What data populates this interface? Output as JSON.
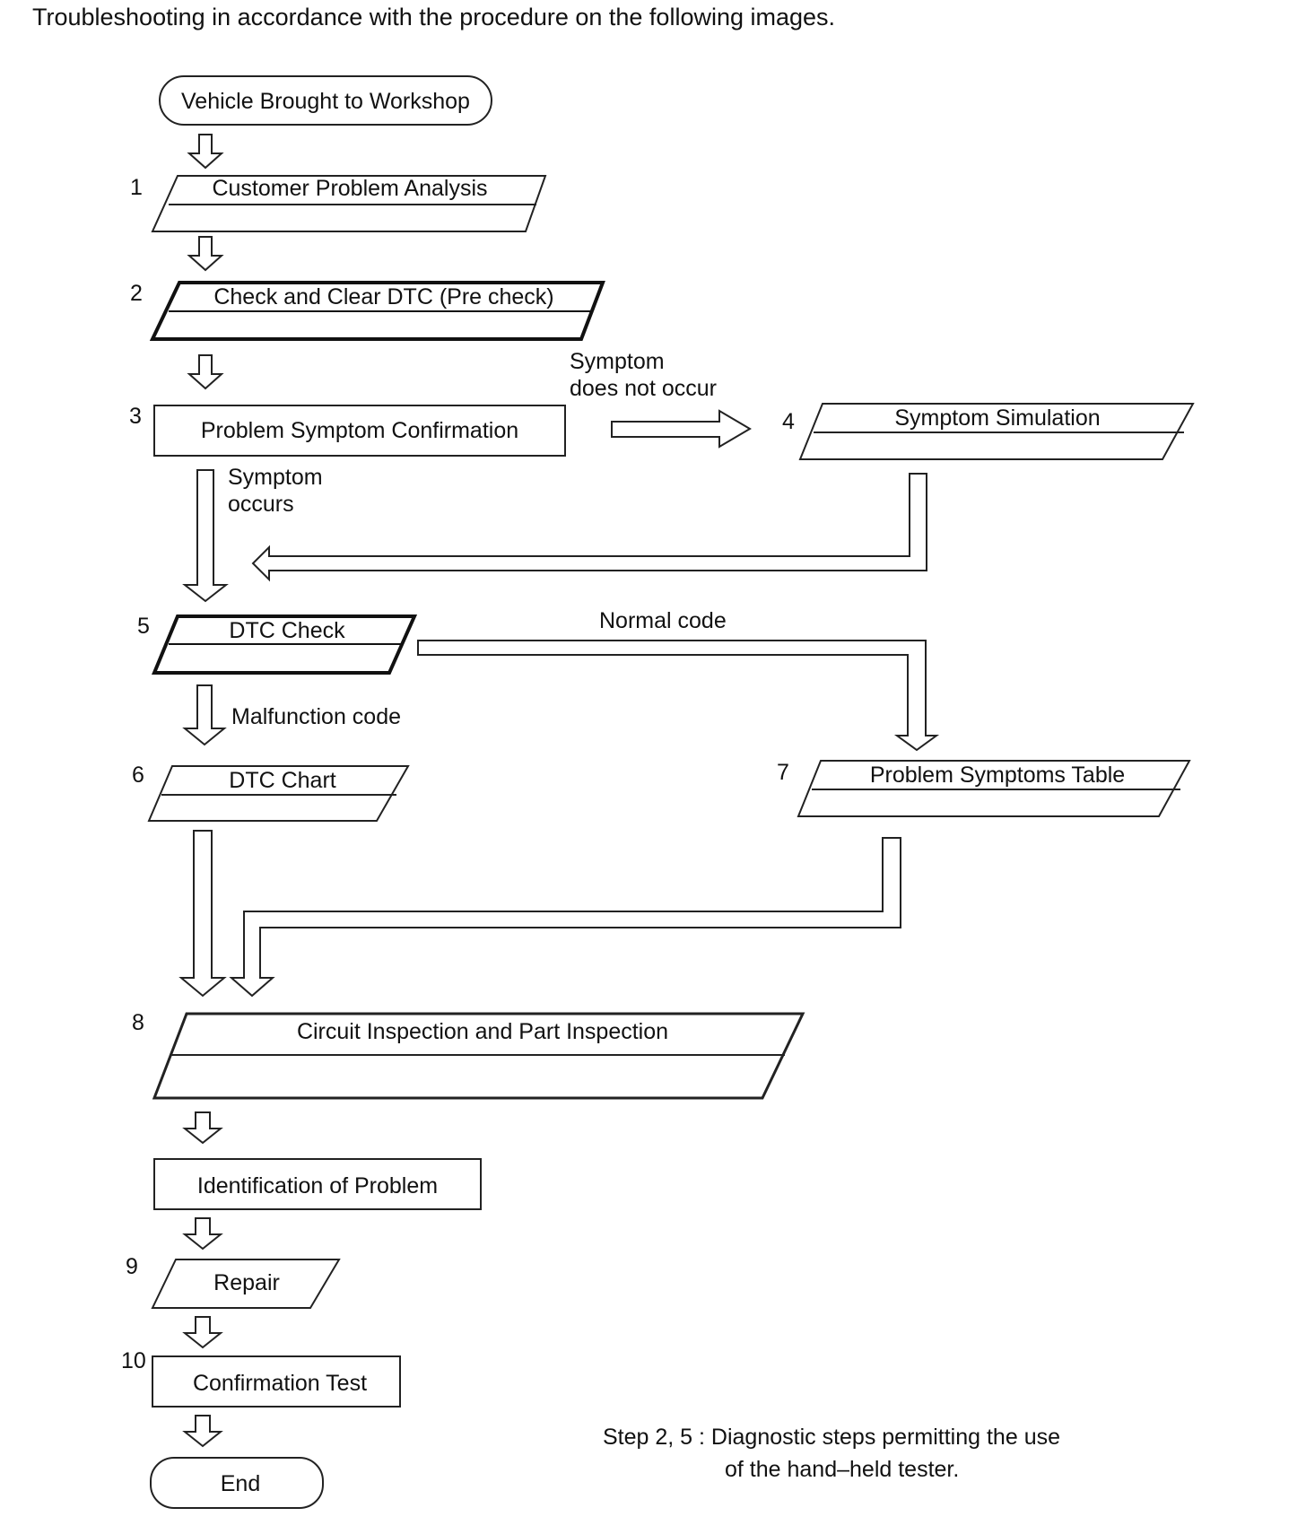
{
  "intro": "Troubleshooting in accordance with the procedure on the following images.",
  "steps": {
    "start": "Vehicle Brought to Workshop",
    "s1": {
      "num": "1",
      "label": "Customer Problem Analysis"
    },
    "s2": {
      "num": "2",
      "label": "Check and Clear DTC (Pre check)"
    },
    "s3": {
      "num": "3",
      "label": "Problem Symptom Confirmation"
    },
    "s4": {
      "num": "4",
      "label": "Symptom Simulation"
    },
    "s5": {
      "num": "5",
      "label": "DTC Check"
    },
    "s6": {
      "num": "6",
      "label": "DTC Chart"
    },
    "s7": {
      "num": "7",
      "label": "Problem Symptoms Table"
    },
    "s8": {
      "num": "8",
      "label": "Circuit Inspection and Part Inspection"
    },
    "identification": "Identification of Problem",
    "s9": {
      "num": "9",
      "label": "Repair"
    },
    "s10": {
      "num": "10",
      "label": "Confirmation Test"
    },
    "end": "End"
  },
  "edges": {
    "symptom_not_occur_1": "Symptom",
    "symptom_not_occur_2": "does not occur",
    "symptom_occurs_1": "Symptom",
    "symptom_occurs_2": "occurs",
    "normal_code": "Normal code",
    "malfunction_code": "Malfunction code"
  },
  "note": {
    "line1": "Step 2, 5 : Diagnostic steps permitting the use",
    "line2": "of the hand–held tester."
  }
}
